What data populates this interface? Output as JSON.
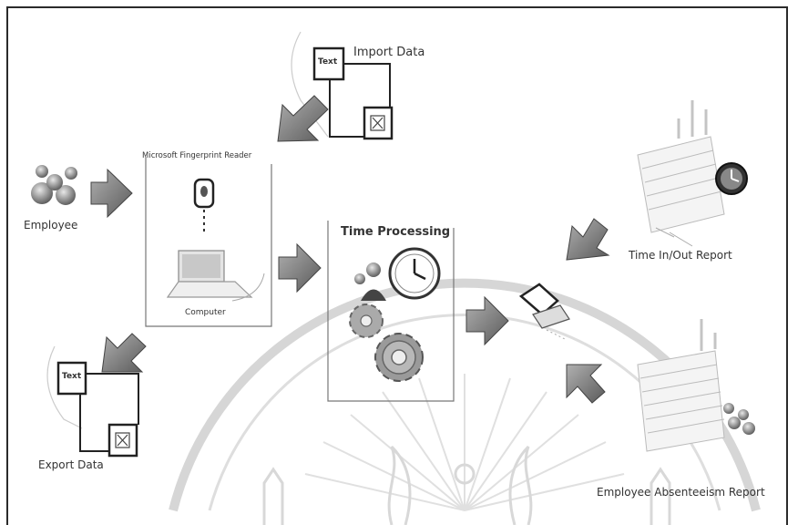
{
  "diagram": {
    "labels": {
      "import_data": "Import Data",
      "import_text_box": "Text",
      "fingerprint_reader": "Microsoft Fingerprint Reader",
      "employee": "Employee",
      "computer": "Computer",
      "time_processing": "Time Processing",
      "time_in_out_report": "Time In/Out Report",
      "export_text_box": "Text",
      "export_data": "Export Data",
      "employee_absenteeism_report": "Employee Absenteeism Report"
    }
  },
  "colors": {
    "arrow": "#8a8a8a",
    "arrow_dark": "#555555",
    "line": "#333333",
    "watermark": "#cfcfcf",
    "frame": "#2b2b2b"
  }
}
